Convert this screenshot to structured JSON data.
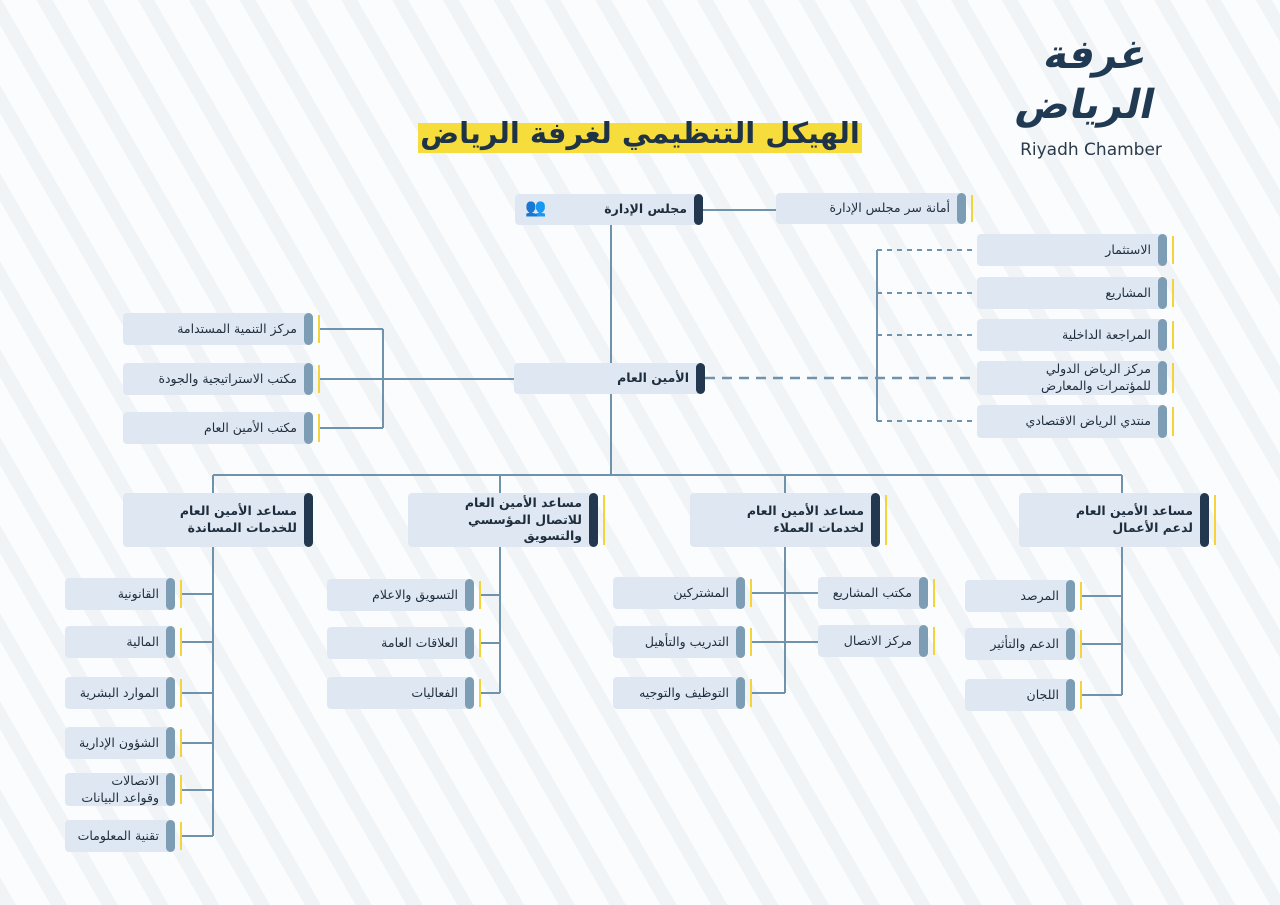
{
  "logo": {
    "arabic": "غرفة الرياض",
    "english": "Riyadh Chamber"
  },
  "title": "الهيكل التنظيمي لغرفة الرياض",
  "board": {
    "label": "مجلس الإدارة",
    "secretariat": "أمانة سر مجلس الإدارة"
  },
  "secretary_general": {
    "label": "الأمين العام",
    "left": [
      "مركز التنمية المستدامة",
      "مكتب الاستراتيجية والجودة",
      "مكتب الأمين العام"
    ],
    "right": [
      "الاستثمار",
      "المشاريع",
      "المراجعة الداخلية",
      "مركز الرياض الدولي للمؤتمرات والمعارض",
      "منتدي الرياض الاقتصادي"
    ]
  },
  "assistants": [
    {
      "label": "مساعد الأمين العام للخدمات المساندة",
      "units": [
        "القانونية",
        "المالية",
        "الموارد البشرية",
        "الشؤون الإدارية",
        "الاتصالات وقواعد البيانات",
        "تقنية المعلومات"
      ]
    },
    {
      "label": "مساعد الأمين العام للاتصال المؤسسي والتسويق",
      "units": [
        "التسويق والاعلام",
        "العلاقات العامة",
        "الفعاليات"
      ]
    },
    {
      "label": "مساعد الأمين العام لخدمات العملاء",
      "units": [
        "المشتركين",
        "التدريب والتأهيل",
        "التوظيف والتوجيه"
      ],
      "units_right": [
        "مكتب المشاريع",
        "مركز الاتصال"
      ]
    },
    {
      "label": "مساعد الأمين العام لدعم الأعمال",
      "units": [
        "المرصد",
        "الدعم والتأثير",
        "اللجان"
      ]
    }
  ],
  "colors": {
    "box": "#dfe8f2",
    "dark_bar": "#23384e",
    "light_bar": "#7d9db4",
    "accent": "#f3d43a",
    "line": "#6f93ad"
  }
}
